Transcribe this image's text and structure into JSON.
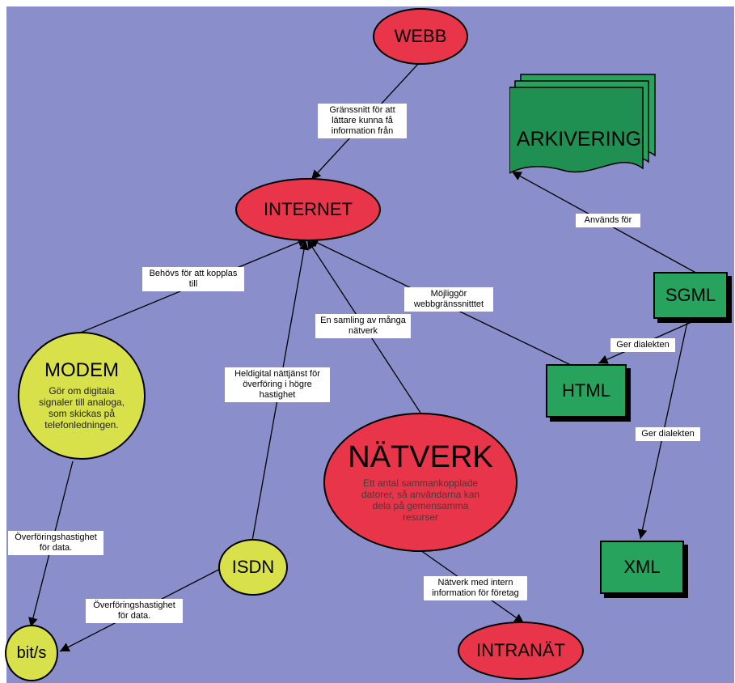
{
  "nodes": {
    "webb": {
      "title": "WEBB"
    },
    "internet": {
      "title": "INTERNET"
    },
    "arkivering": {
      "title": "ARKIVERING"
    },
    "sgml": {
      "title": "SGML"
    },
    "html": {
      "title": "HTML"
    },
    "xml": {
      "title": "XML"
    },
    "modem": {
      "title": "MODEM",
      "desc": "Gör om digitala signaler till analoga, som skickas på telefonledningen."
    },
    "natverk": {
      "title": "NÄTVERK",
      "desc": "Ett antal sammankopplade datorer, så användarna kan dela på gemensamma resurser"
    },
    "isdn": {
      "title": "ISDN"
    },
    "bits": {
      "title": "bit/s"
    },
    "intranat": {
      "title": "INTRANÄT"
    }
  },
  "links": {
    "webb_internet": "Gränssnitt för att lättare kunna få information från",
    "sgml_arkivering": "Används för",
    "modem_internet": "Behövs för att kopplas till",
    "html_internet": "Möjliggör webbgränssnitttet",
    "natverk_internet": "En samling av många nätverk",
    "isdn_internet": "Heldigital nättjänst för överföring i högre hastighet",
    "sgml_html": "Ger dialekten",
    "sgml_xml": "Ger dialekten",
    "modem_bits": "Överföringshastighet för data.",
    "isdn_bits": "Överföringshastighet för data.",
    "natverk_intranat": "Nätverk med intern information för företag"
  },
  "colors": {
    "background": "#8a8fcb",
    "ellipse_red": "#e8354a",
    "circle_yellow": "#d8e04a",
    "box_green": "#27a35e",
    "edge": "#000000"
  }
}
